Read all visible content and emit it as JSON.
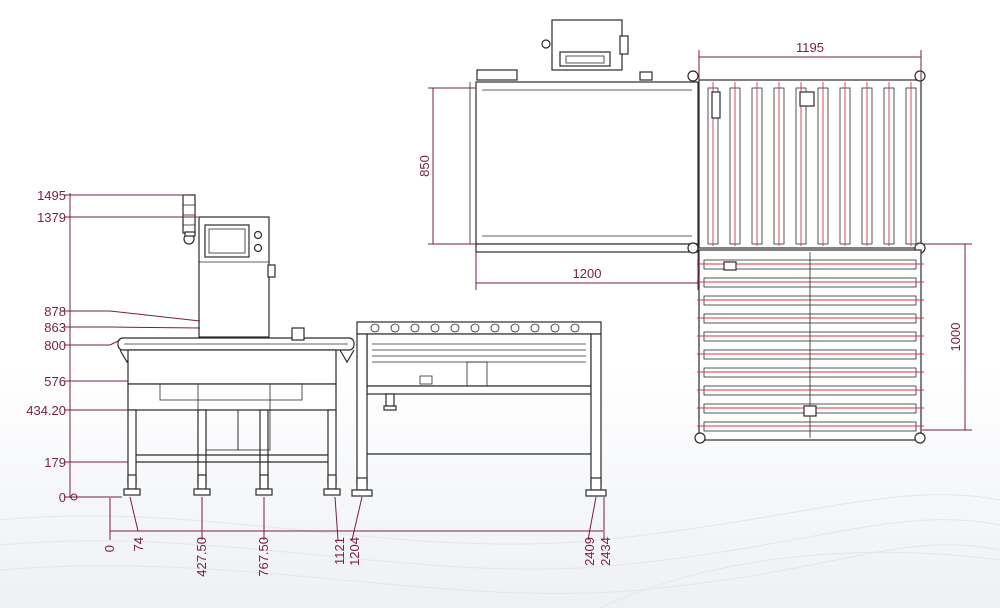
{
  "diagram": {
    "line_color": "#2b2b2b",
    "dimension_color": "#7a1f3d",
    "accent_color": "#d9364c",
    "side_view": {
      "height_dims": [
        "1495",
        "1379",
        "878",
        "863",
        "800",
        "576",
        "434.20",
        "179",
        "0"
      ],
      "length_dims": [
        "0",
        "74",
        "427.50",
        "767.50",
        "1121",
        "1204",
        "2409",
        "2434"
      ]
    },
    "top_view": {
      "conveyor_length": "1200",
      "conveyor_width": "850",
      "roller_table_width": "1195",
      "roller_table_length": "1000"
    }
  }
}
